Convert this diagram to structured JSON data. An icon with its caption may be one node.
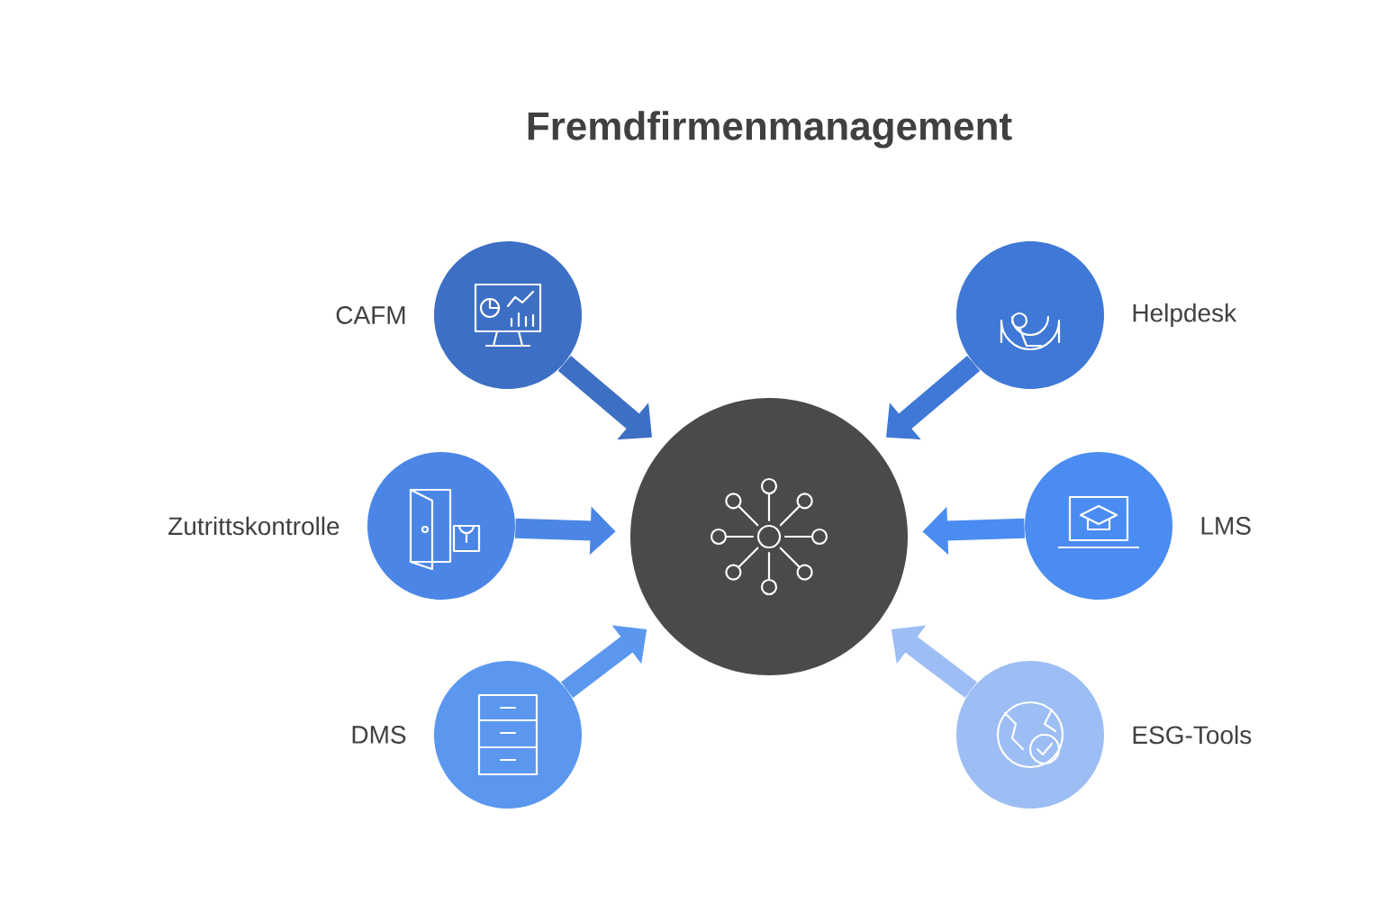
{
  "diagram": {
    "title": "Fremdfirmenmanagement",
    "nodes": [
      {
        "text": [],
        "shape": "circle"
      },
      {
        "text": [],
        "shape": "circle",
        "beside": [
          "CAFM"
        ]
      },
      {
        "text": [],
        "shape": "circle",
        "beside": [
          "Helpdesk"
        ]
      },
      {
        "text": [],
        "shape": "circle",
        "beside": [
          "Zutrittskontrolle"
        ]
      },
      {
        "text": [],
        "shape": "circle",
        "beside": [
          "LMS"
        ]
      },
      {
        "text": [],
        "shape": "circle",
        "beside": [
          "DMS"
        ]
      },
      {
        "text": [],
        "shape": "circle",
        "beside": [
          "ESG-Tools"
        ]
      }
    ],
    "edges": [
      {
        "from": 1,
        "to": 0,
        "arrow": "to",
        "color": "#3d6fc4"
      },
      {
        "from": 2,
        "to": 0,
        "arrow": "to",
        "color": "#3f78d6"
      },
      {
        "from": 3,
        "to": 0,
        "arrow": "to",
        "color": "#4b86e6"
      },
      {
        "from": 4,
        "to": 0,
        "arrow": "to",
        "color": "#4b8cf2"
      },
      {
        "from": 5,
        "to": 0,
        "arrow": "to",
        "color": "#5b97ee"
      },
      {
        "from": 6,
        "to": 0,
        "arrow": "to",
        "color": "#9dbef4"
      }
    ]
  }
}
